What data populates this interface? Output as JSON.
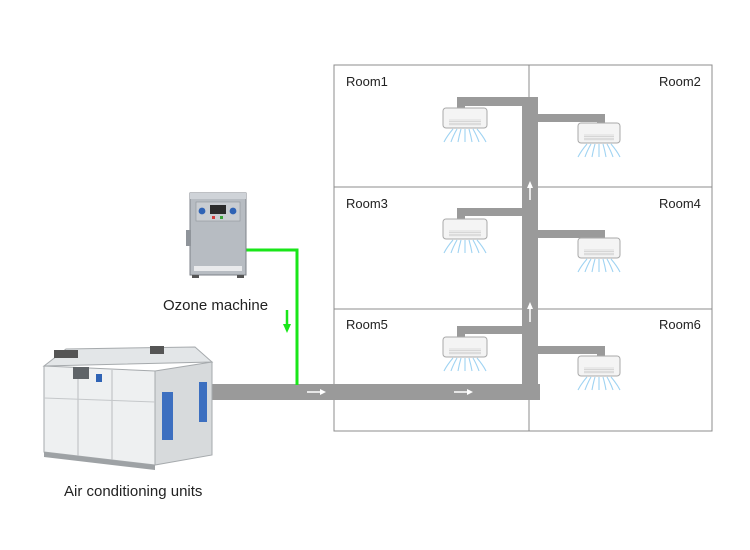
{
  "rooms": [
    {
      "label": "Room1"
    },
    {
      "label": "Room2"
    },
    {
      "label": "Room3"
    },
    {
      "label": "Room4"
    },
    {
      "label": "Room5"
    },
    {
      "label": "Room6"
    }
  ],
  "ozone_machine": {
    "label": "Ozone machine"
  },
  "ac_units": {
    "label": "Air conditioning units"
  },
  "colors": {
    "duct": "#9a9a9a",
    "ozone_line": "#19e619",
    "arrow": "#ffffff",
    "wall": "#8c8c8c",
    "unit_body": "#f4f4f4",
    "air_flow": "#9fd3f2"
  }
}
